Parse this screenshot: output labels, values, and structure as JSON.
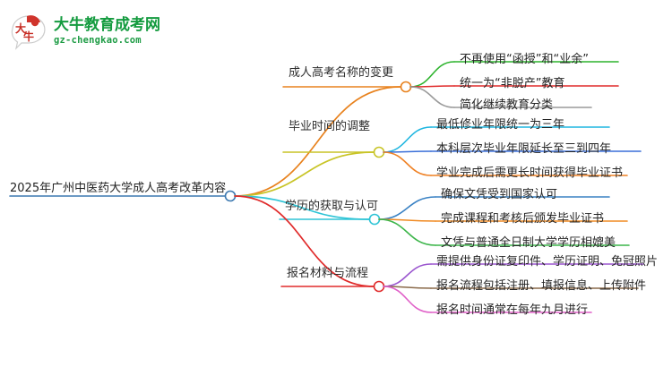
{
  "logo": {
    "mark_alt": "daniu-logo-icon",
    "title": "大牛教育成考网",
    "subtitle": "gz-chengkao.com",
    "brand_green": "#149b3f",
    "brand_red": "#d0342c"
  },
  "mindmap": {
    "root": {
      "label": "2025年广州中医药大学成人高考改革内容",
      "color": "#3b78b0"
    },
    "branches": [
      {
        "label": "成人高考名称的变更",
        "color": "#e8821e",
        "children": [
          {
            "label": "不再使用“函授”和“业余”",
            "color": "#2db32d"
          },
          {
            "label": "统一为“非脱产”教育",
            "color": "#e02b2b"
          },
          {
            "label": "简化继续教育分类",
            "color": "#9a9a9a"
          }
        ]
      },
      {
        "label": "毕业时间的调整",
        "color": "#c8c426",
        "children": [
          {
            "label": "最低修业年限统一为三年",
            "color": "#1fb6e0"
          },
          {
            "label": "本科层次毕业年限延长至三到四年",
            "color": "#3a6fd8"
          },
          {
            "label": "学业完成后需更长时间获得毕业证书",
            "color": "#ef8124"
          }
        ]
      },
      {
        "label": "学历的获取与认可",
        "color": "#2ec4d6",
        "children": [
          {
            "label": "确保文凭受到国家认可",
            "color": "#3a82c4"
          },
          {
            "label": "完成课程和考核后颁发毕业证书",
            "color": "#f08a22"
          },
          {
            "label": "文凭与普通全日制大学学历相媲美",
            "color": "#3cb54a"
          }
        ]
      },
      {
        "label": "报名材料与流程",
        "color": "#e02b2b",
        "children": [
          {
            "label": "需提供身份证复印件、学历证明、免冠照片",
            "color": "#9b57cf"
          },
          {
            "label": "报名流程包括注册、填报信息、上传附件",
            "color": "#8a6a4a"
          },
          {
            "label": "报名时间通常在每年九月进行",
            "color": "#e060c8"
          }
        ]
      }
    ]
  }
}
